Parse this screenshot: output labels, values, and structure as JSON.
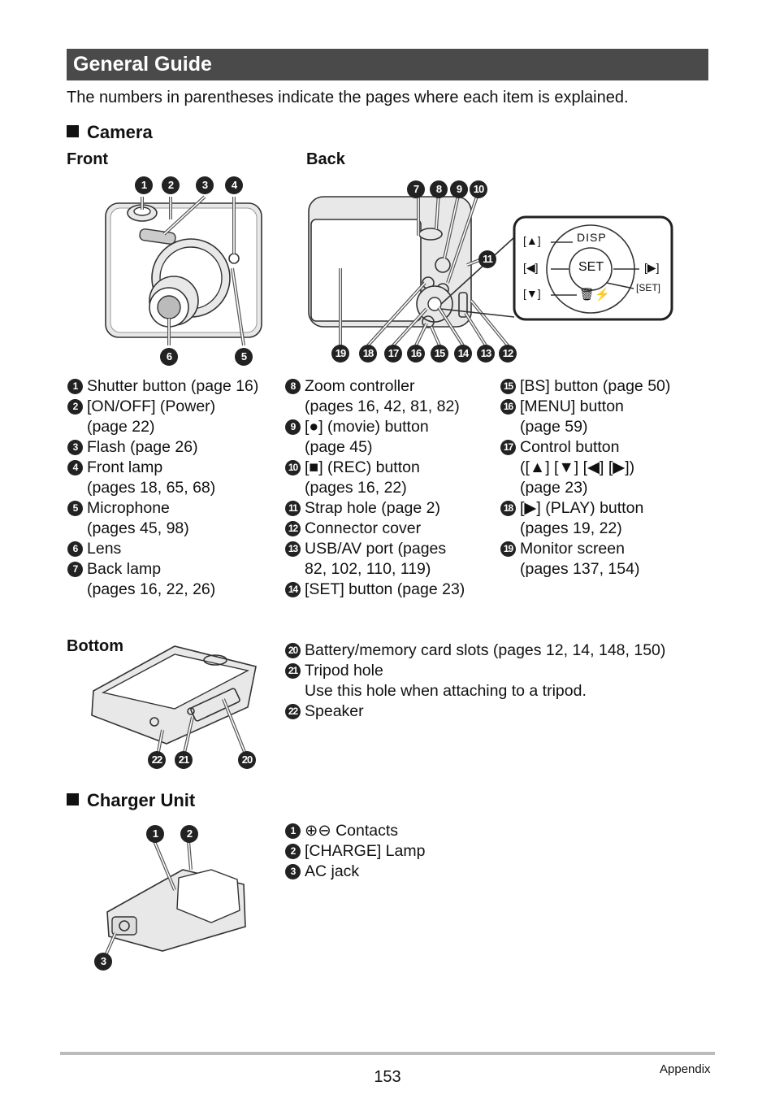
{
  "title": "General Guide",
  "intro": "The numbers in parentheses indicate the pages where each item is explained.",
  "camera": {
    "heading": "Camera",
    "front_label": "Front",
    "back_label": "Back",
    "bottom_label": "Bottom",
    "callout_nums": [
      "1",
      "2",
      "3",
      "4",
      "5",
      "6",
      "7",
      "8",
      "9",
      "10",
      "11",
      "12",
      "13",
      "14",
      "15",
      "16",
      "17",
      "18",
      "19",
      "20",
      "21",
      "22"
    ],
    "col1": [
      {
        "n": "1",
        "lines": [
          "Shutter button (page 16)"
        ]
      },
      {
        "n": "2",
        "lines": [
          "[ON/OFF] (Power)",
          "(page 22)"
        ]
      },
      {
        "n": "3",
        "lines": [
          "Flash (page 26)"
        ]
      },
      {
        "n": "4",
        "lines": [
          "Front lamp",
          "(pages 18, 65, 68)"
        ]
      },
      {
        "n": "5",
        "lines": [
          "Microphone",
          "(pages 45, 98)"
        ]
      },
      {
        "n": "6",
        "lines": [
          "Lens"
        ]
      },
      {
        "n": "7",
        "lines": [
          "Back lamp",
          "(pages 16, 22, 26)"
        ]
      }
    ],
    "col2": [
      {
        "n": "8",
        "lines": [
          "Zoom controller",
          "(pages 16, 42, 81, 82)"
        ]
      },
      {
        "n": "9",
        "lines": [
          "[●] (movie) button",
          "(page 45)"
        ]
      },
      {
        "n": "10",
        "lines": [
          "[■] (REC) button",
          "(pages 16, 22)"
        ]
      },
      {
        "n": "11",
        "lines": [
          "Strap hole (page 2)"
        ]
      },
      {
        "n": "12",
        "lines": [
          "Connector cover"
        ]
      },
      {
        "n": "13",
        "lines": [
          "USB/AV port (pages",
          "82, 102, 110, 119)"
        ]
      },
      {
        "n": "14",
        "lines": [
          "[SET] button (page 23)"
        ]
      }
    ],
    "col3": [
      {
        "n": "15",
        "lines": [
          "[BS] button (page 50)"
        ]
      },
      {
        "n": "16",
        "lines": [
          "[MENU] button",
          "(page 59)"
        ]
      },
      {
        "n": "17",
        "lines": [
          "Control button",
          "([▲] [▼] [◀] [▶])",
          "(page 23)"
        ]
      },
      {
        "n": "18",
        "lines": [
          "[▶] (PLAY) button",
          "(pages 19, 22)"
        ]
      },
      {
        "n": "19",
        "lines": [
          "Monitor screen",
          "(pages 137, 154)"
        ]
      }
    ],
    "bottom_items": [
      {
        "n": "20",
        "lines": [
          "Battery/memory card slots (pages 12, 14, 148, 150)"
        ]
      },
      {
        "n": "21",
        "lines": [
          "Tripod hole",
          "Use this hole when attaching to a tripod."
        ]
      },
      {
        "n": "22",
        "lines": [
          "Speaker"
        ]
      }
    ],
    "dial": {
      "up": "[▲]",
      "left": "[◀]",
      "down": "[▼]",
      "right": "[▶]",
      "set_btn": "[SET]",
      "disp": "DISP",
      "set": "SET"
    }
  },
  "charger": {
    "heading": "Charger Unit",
    "callout_nums": [
      "1",
      "2",
      "3"
    ],
    "items": [
      {
        "n": "1",
        "lines": [
          "⊕⊖ Contacts"
        ]
      },
      {
        "n": "2",
        "lines": [
          "[CHARGE] Lamp"
        ]
      },
      {
        "n": "3",
        "lines": [
          "AC jack"
        ]
      }
    ]
  },
  "footer": {
    "page": "153",
    "section": "Appendix"
  }
}
